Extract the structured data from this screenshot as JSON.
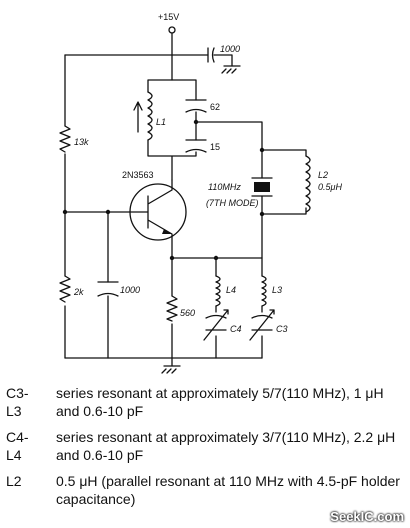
{
  "schematic": {
    "supply": "+15V",
    "components": {
      "c_supply": "1000",
      "c62": "62",
      "c15": "15",
      "l1": "L1",
      "r13k": "13k",
      "transistor": "2N3563",
      "crystal_freq": "110MHz",
      "crystal_mode": "(7TH MODE)",
      "l2": "L2",
      "l2_value": "0.5μH",
      "r2k": "2k",
      "c1000": "1000",
      "r560": "560",
      "l4": "L4",
      "l3": "L3",
      "c4": "C4",
      "c3": "C3"
    }
  },
  "notes": [
    {
      "id": "C3-\nL3",
      "text": "series resonant at approximately 5/7(110 MHz), 1 μH and 0.6-10 pF"
    },
    {
      "id": "C4-\nL4",
      "text": "series resonant at approximately 3/7(110 MHz), 2.2 μH and 0.6-10 pF"
    },
    {
      "id": "L2",
      "text": "0.5 μH (parallel resonant at 110 MHz with 4.5-pF holder capacitance)"
    }
  ],
  "watermark": "SeekIC.com"
}
